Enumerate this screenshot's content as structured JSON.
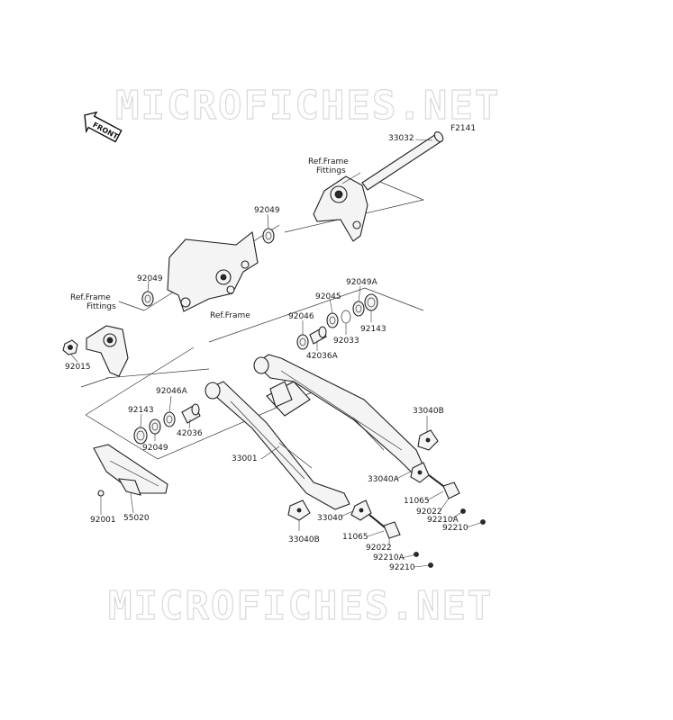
{
  "diagram_id": "F2141",
  "watermark": "MICROFICHES.NET",
  "front_badge": "FRONT",
  "ref_frame_fittings": "Ref.Frame\nFittings",
  "ref_frame": "Ref.Frame",
  "parts": {
    "p33032": "33032",
    "p92049_top": "92049",
    "p92049_left": "92049",
    "p92049A": "92049A",
    "p92045": "92045",
    "p92046": "92046",
    "p92033": "92033",
    "p92143_right": "92143",
    "p42036A": "42036A",
    "p92015": "92015",
    "p92046A": "92046A",
    "p92143_left": "92143",
    "p42036": "42036",
    "p92049_bottom": "92049",
    "p33001": "33001",
    "p33040B_right": "33040B",
    "p33040A": "33040A",
    "p11065_right": "11065",
    "p92022_right": "92022",
    "p92210A_right": "92210A",
    "p92210_right": "92210",
    "p92001": "92001",
    "p55020": "55020",
    "p33040B_bottom": "33040B",
    "p33040": "33040",
    "p11065_bottom": "11065",
    "p92022_bottom": "92022",
    "p92210A_bottom": "92210A",
    "p92210_bottom": "92210"
  }
}
